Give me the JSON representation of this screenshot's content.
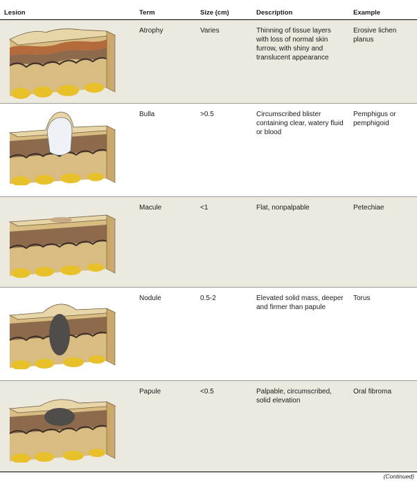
{
  "headers": {
    "lesion": "Lesion",
    "term": "Term",
    "size": "Size (cm)",
    "description": "Description",
    "example": "Example"
  },
  "rows": [
    {
      "term": "Atrophy",
      "size": "Varies",
      "description": "Thinning of tissue layers with loss of normal skin furrow, with shiny and translucent appearance",
      "example": "Erosive lichen planus"
    },
    {
      "term": "Bulla",
      "size": ">0.5",
      "description": "Circumscribed blister containing clear, watery fluid or blood",
      "example": "Pemphigus or pemphigoid"
    },
    {
      "term": "Macule",
      "size": "<1",
      "description": "Flat, nonpalpable",
      "example": "Petechiae"
    },
    {
      "term": "Nodule",
      "size": "0.5-2",
      "description": "Elevated solid mass, deeper and firmer than papule",
      "example": "Torus"
    },
    {
      "term": "Papule",
      "size": "<0.5",
      "description": "Palpable, circumscribed, solid elevation",
      "example": "Oral fibroma"
    }
  ],
  "footer": "(Continued)",
  "colors": {
    "row_shade": "#ece9df",
    "surface": "#e8d6a8",
    "dermis": "#8e6a4d",
    "subcutis": "#d8bc82",
    "fat": "#e8c12a",
    "bulla_fluid": "#eef2f6",
    "nodule_mass": "#4f4c4a"
  }
}
